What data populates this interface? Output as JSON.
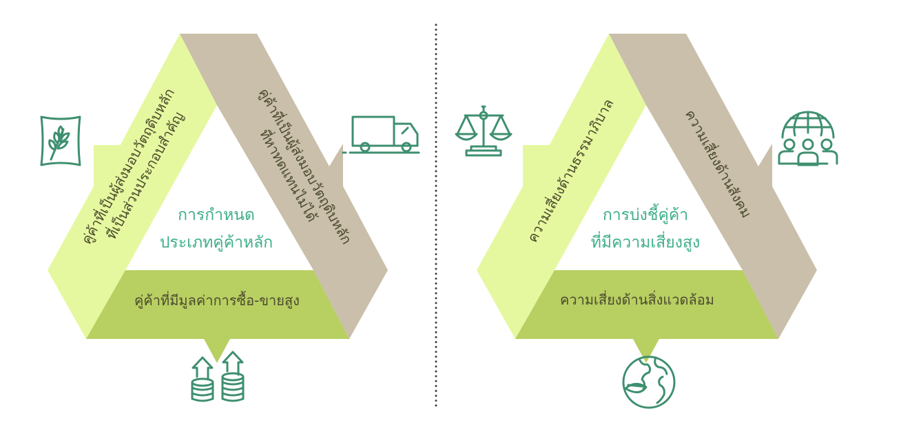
{
  "colors": {
    "light_green": "#e5f89f",
    "tan": "#c9bfaa",
    "olive_green": "#b8cf62",
    "center_text": "#3fae8a",
    "band_text": "#4b4a2e",
    "icon": "#3e8f6f"
  },
  "left_diagram": {
    "center_title": [
      "การกำหนด",
      "ประเภทคู่ค้าหลัก"
    ],
    "left_band": [
      "คู่ค้าที่เป็นผู้ส่งมอบวัตถุดิบหลัก",
      "ที่เป็นส่วนประกอบสำคัญ"
    ],
    "right_band": [
      "คู่ค้าที่เป็นผู้ส่งมอบวัตถุดิบหลัก",
      "ที่หาทดแทนไม่ได้"
    ],
    "bottom_band": "คู่ค้าที่มีมูลค่าการซื้อ-ขายสูง",
    "icons": [
      "grain-sack-icon",
      "truck-icon",
      "coins-up-icon"
    ]
  },
  "right_diagram": {
    "center_title": [
      "การบ่งชี้คู่ค้า",
      "ที่มีความเสี่ยงสูง"
    ],
    "left_band": "ความเสี่ยงด้านธรรมาภิบาล",
    "right_band": "ความเสี่ยงด้านสังคม",
    "bottom_band": "ความเสี่ยงด้านสิ่งแวดล้อม",
    "icons": [
      "scales-icon",
      "globe-people-icon",
      "earth-leaf-icon"
    ]
  }
}
